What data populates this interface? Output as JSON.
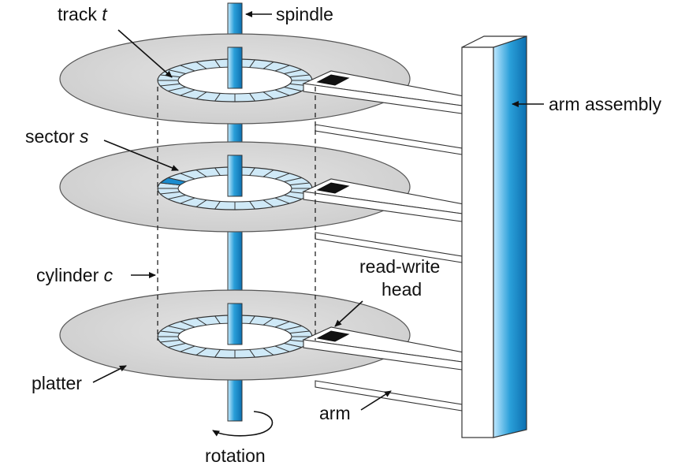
{
  "labels": {
    "track_t": "track t",
    "spindle": "spindle",
    "arm_assembly": "arm assembly",
    "sector_s": "sector s",
    "cylinder_c": "cylinder c",
    "read_write_head": [
      "read-write",
      "head"
    ],
    "platter": "platter",
    "arm": "arm",
    "rotation": "rotation"
  },
  "colors": {
    "spindle_blue": "#2a9fd9",
    "track_fill": "#cfe9f7",
    "sector_highlight": "#1a8ccf",
    "platter_fill": "#d9d9d9",
    "head_black": "#111111"
  }
}
